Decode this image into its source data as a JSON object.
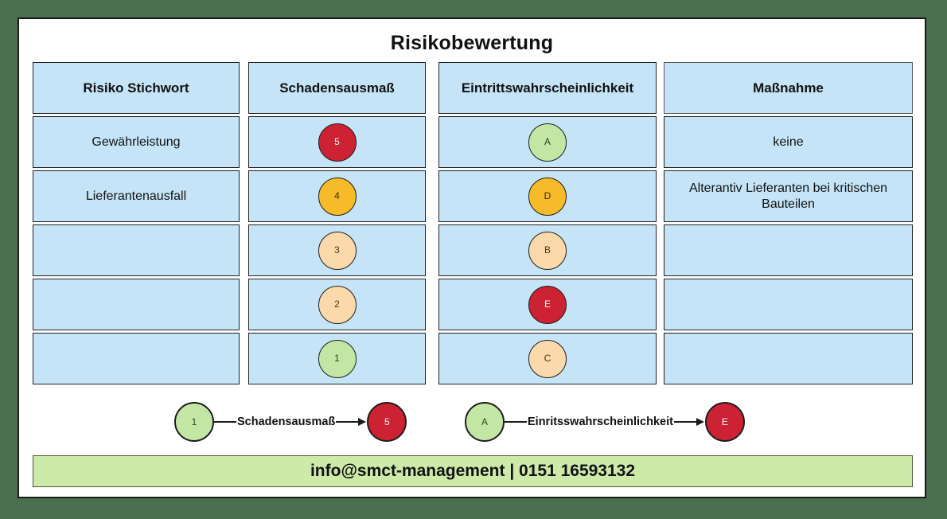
{
  "page": {
    "title": "Risikobewertung",
    "background_color": "#4a7050",
    "sheet_color": "#ffffff",
    "cell_color": "#c5e4f7"
  },
  "table": {
    "headers": [
      "Risiko Stichwort",
      "Schadensausmaß",
      "Eintrittswahrscheinlichkeit",
      "Maßnahme"
    ],
    "rows": [
      {
        "risiko": "Gewährleistung",
        "schaden": {
          "label": "5",
          "color": "red"
        },
        "eintritt": {
          "label": "A",
          "color": "green"
        },
        "massnahme": "keine"
      },
      {
        "risiko": "Lieferantenausfall",
        "schaden": {
          "label": "4",
          "color": "orange"
        },
        "eintritt": {
          "label": "D",
          "color": "orange"
        },
        "massnahme": "Alterantiv Lieferanten bei kritischen Bauteilen"
      },
      {
        "risiko": "",
        "schaden": {
          "label": "3",
          "color": "peach"
        },
        "eintritt": {
          "label": "B",
          "color": "peach"
        },
        "massnahme": ""
      },
      {
        "risiko": "",
        "schaden": {
          "label": "2",
          "color": "peach"
        },
        "eintritt": {
          "label": "E",
          "color": "red"
        },
        "massnahme": ""
      },
      {
        "risiko": "",
        "schaden": {
          "label": "1",
          "color": "green"
        },
        "eintritt": {
          "label": "C",
          "color": "peach"
        },
        "massnahme": ""
      }
    ]
  },
  "legend": {
    "scales": [
      {
        "from": {
          "label": "1",
          "color": "green"
        },
        "caption": "Schadensausmaß",
        "to": {
          "label": "5",
          "color": "red"
        }
      },
      {
        "from": {
          "label": "A",
          "color": "green"
        },
        "caption": "Einritsswahrscheinlichkeit",
        "to": {
          "label": "E",
          "color": "red"
        }
      }
    ]
  },
  "footer": {
    "contact": "info@smct-management | 0151 16593132",
    "background_color": "#ceeaa9"
  },
  "palette": {
    "red": "#cc2233",
    "orange": "#f7ba28",
    "peach": "#fcd9ab",
    "green": "#c3e6a5"
  }
}
